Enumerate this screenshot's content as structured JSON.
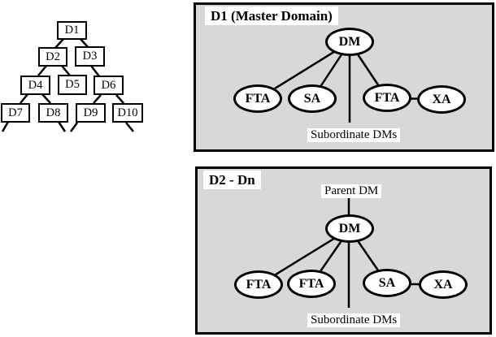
{
  "tree": {
    "nodes": [
      {
        "id": "D1",
        "label": "D1"
      },
      {
        "id": "D2",
        "label": "D2"
      },
      {
        "id": "D3",
        "label": "D3"
      },
      {
        "id": "D4",
        "label": "D4"
      },
      {
        "id": "D5",
        "label": "D5"
      },
      {
        "id": "D6",
        "label": "D6"
      },
      {
        "id": "D7",
        "label": "D7"
      },
      {
        "id": "D8",
        "label": "D8"
      },
      {
        "id": "D9",
        "label": "D9"
      },
      {
        "id": "D10",
        "label": "D10"
      }
    ],
    "edges": [
      [
        "D1",
        "D2"
      ],
      [
        "D1",
        "D3"
      ],
      [
        "D2",
        "D4"
      ],
      [
        "D2",
        "D5"
      ],
      [
        "D3",
        "D6"
      ],
      [
        "D4",
        "D7"
      ],
      [
        "D4",
        "D8"
      ],
      [
        "D6",
        "D9"
      ],
      [
        "D6",
        "D10"
      ]
    ],
    "continuation_stub_nodes": [
      "D7",
      "D8",
      "D9",
      "D10"
    ]
  },
  "panels": [
    {
      "title": "D1 (Master Domain)",
      "root_label": "DM",
      "agents": [
        {
          "label": "FTA"
        },
        {
          "label": "SA"
        },
        {
          "label": "FTA"
        },
        {
          "label": "XA"
        }
      ],
      "footer_label": "Subordinate DMs"
    },
    {
      "title": "D2 - Dn",
      "parent_label": "Parent DM",
      "root_label": "DM",
      "agents": [
        {
          "label": "FTA"
        },
        {
          "label": "FTA"
        },
        {
          "label": "SA"
        },
        {
          "label": "XA"
        }
      ],
      "footer_label": "Subordinate DMs"
    }
  ],
  "colors": {
    "panel_bg": "#d8d8d8",
    "line": "#000000",
    "node_fill": "#ffffff"
  }
}
